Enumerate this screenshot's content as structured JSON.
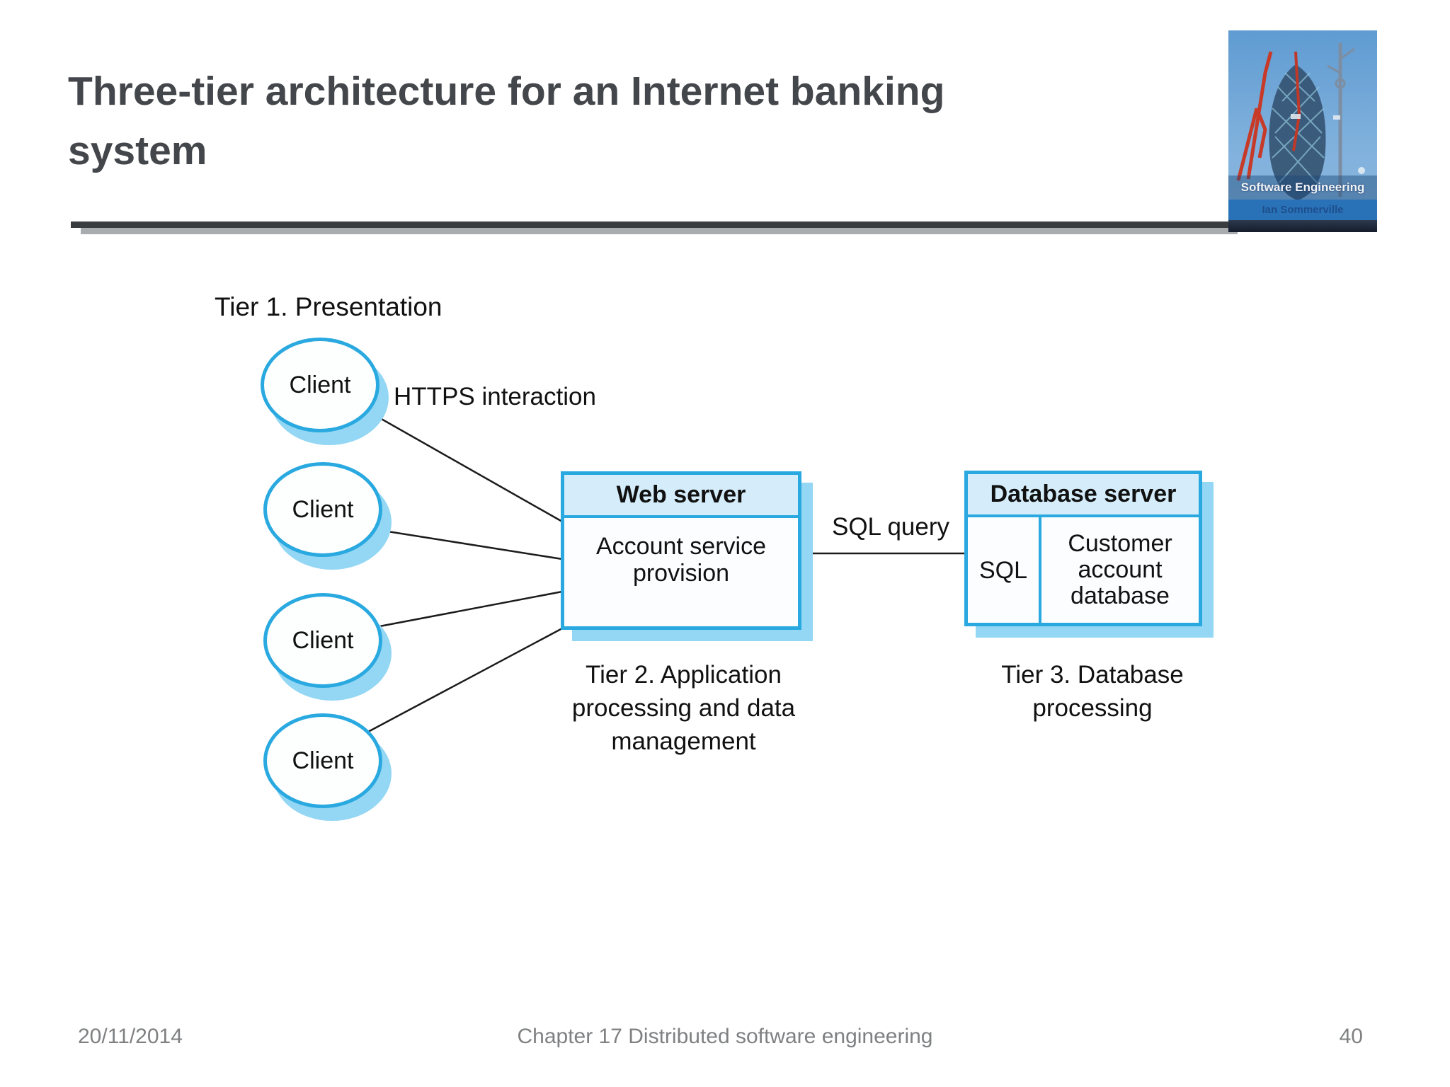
{
  "slide": {
    "title_line1": "Three-tier architecture for an Internet banking",
    "title_line2": "system",
    "footer": {
      "date": "20/11/2014",
      "center": "Chapter 17 Distributed software engineering",
      "page": "40"
    }
  },
  "badge": {
    "series": "Software Engineering",
    "author": "Ian Sommerville"
  },
  "diagram": {
    "tier1_label": "Tier 1. Presentation",
    "tier2_label": "Tier 2. Application processing and data management",
    "tier3_label": "Tier 3. Database processing",
    "https_label": "HTTPS interaction",
    "sql_query_label": "SQL query",
    "clients": [
      {
        "label": "Client"
      },
      {
        "label": "Client"
      },
      {
        "label": "Client"
      },
      {
        "label": "Client"
      }
    ],
    "web_server": {
      "title": "Web server",
      "body": "Account service provision"
    },
    "database_server": {
      "title": "Database server",
      "left_cell": "SQL",
      "right_cell": "Customer account database"
    },
    "colors": {
      "node_border": "#29a9e0",
      "node_shadow": "#93d7f4",
      "header_fill": "#d5edfa",
      "connector_line": "#1b1b1b",
      "title_text": "#43464a",
      "footer_text": "#7e8082"
    }
  }
}
